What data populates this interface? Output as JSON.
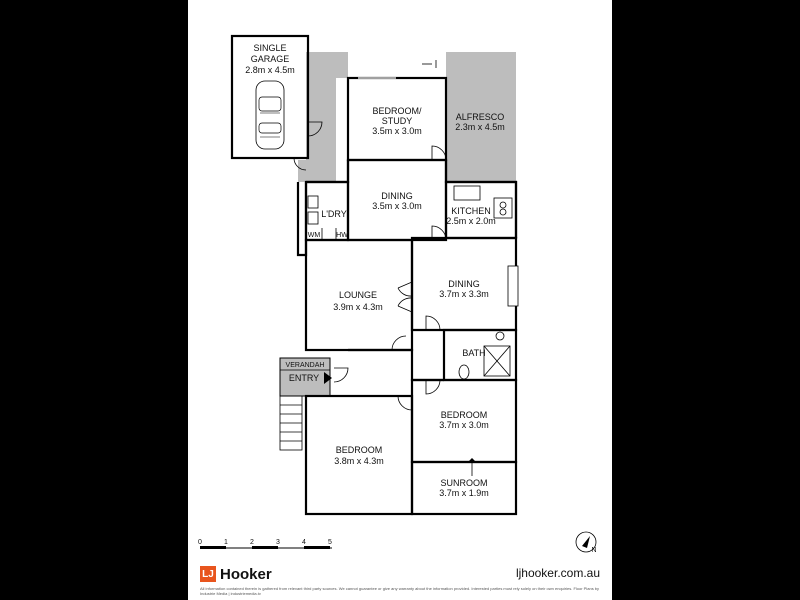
{
  "rooms": {
    "garage": {
      "name_line1": "SINGLE",
      "name_line2": "GARAGE",
      "size": "2.8m x 4.5m"
    },
    "bedroom_study": {
      "name_line1": "BEDROOM/",
      "name_line2": "STUDY",
      "size": "3.5m x 3.0m"
    },
    "alfresco": {
      "name": "ALFRESCO",
      "size": "2.3m x 4.5m"
    },
    "dining_upper": {
      "name": "DINING",
      "size": "3.5m x 3.0m"
    },
    "laundry": {
      "name": "L'DRY",
      "wm": "WM",
      "hw": "HW"
    },
    "kitchen": {
      "name": "KITCHEN",
      "size": "2.5m x 2.0m"
    },
    "lounge": {
      "name": "LOUNGE",
      "size": "3.9m x 4.3m"
    },
    "dining_lower": {
      "name": "DINING",
      "size": "3.7m x 3.3m"
    },
    "bath": {
      "name": "BATH"
    },
    "verandah": {
      "name": "VERANDAH"
    },
    "entry": {
      "name": "ENTRY"
    },
    "bedroom_east": {
      "name": "BEDROOM",
      "size": "3.7m x 3.0m"
    },
    "bedroom_west": {
      "name": "BEDROOM",
      "size": "3.8m x 4.3m"
    },
    "sunroom": {
      "name": "SUNROOM",
      "size": "3.7m x 1.9m"
    }
  },
  "scale": {
    "ticks": [
      "0",
      "1",
      "2",
      "3",
      "4",
      "5"
    ]
  },
  "compass": {
    "label": "N"
  },
  "footer": {
    "brand": "Hooker",
    "brand_mark": "LJ",
    "website": "ljhooker.com.au",
    "disclaimer": "All information contained therein is gathered from relevant third party sources. We cannot guarantee or give any warranty about the information provided. Interested parties must rely solely on their own enquiries. Floor Plans by Industrie Media | industriemedia.tv"
  },
  "colors": {
    "hatch": "#bdbdbd",
    "brand": "#e8551e"
  }
}
